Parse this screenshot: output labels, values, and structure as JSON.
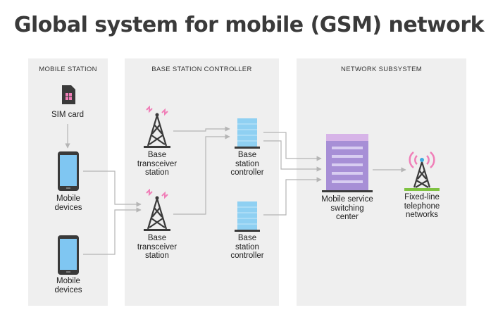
{
  "title": "Global system for mobile (GSM) network",
  "panels": {
    "mobile_station": "MOBILE STATION",
    "base_station_controller": "BASE STATION CONTROLLER",
    "network_subsystem": "NETWORK SUBSYSTEM"
  },
  "labels": {
    "sim_card": "SIM card",
    "mobile_devices_1": "Mobile\ndevices",
    "mobile_devices_2": "Mobile\ndevices",
    "bts_1": "Base\ntransceiver\nstation",
    "bts_2": "Base\ntransceiver\nstation",
    "bsc_1": "Base\nstation\ncontroller",
    "bsc_2": "Base\nstation\ncontroller",
    "msc": "Mobile service\nswitching\ncenter",
    "fixed": "Fixed-line\ntelephone\nnetworks"
  },
  "colors": {
    "panel_bg": "#efefef",
    "phone_screen": "#7fc6f2",
    "controller_blue": "#8fd0f2",
    "msc_purple": "#a78fd6",
    "signal_pink": "#f07fb8",
    "tower_dark": "#3a3a3a",
    "base_green": "#7fc242",
    "arrow_gray": "#b5b5b5"
  },
  "icons": [
    "sim-card-icon",
    "smartphone-icon",
    "cell-tower-icon",
    "server-icon",
    "building-icon",
    "antenna-tower-icon"
  ]
}
